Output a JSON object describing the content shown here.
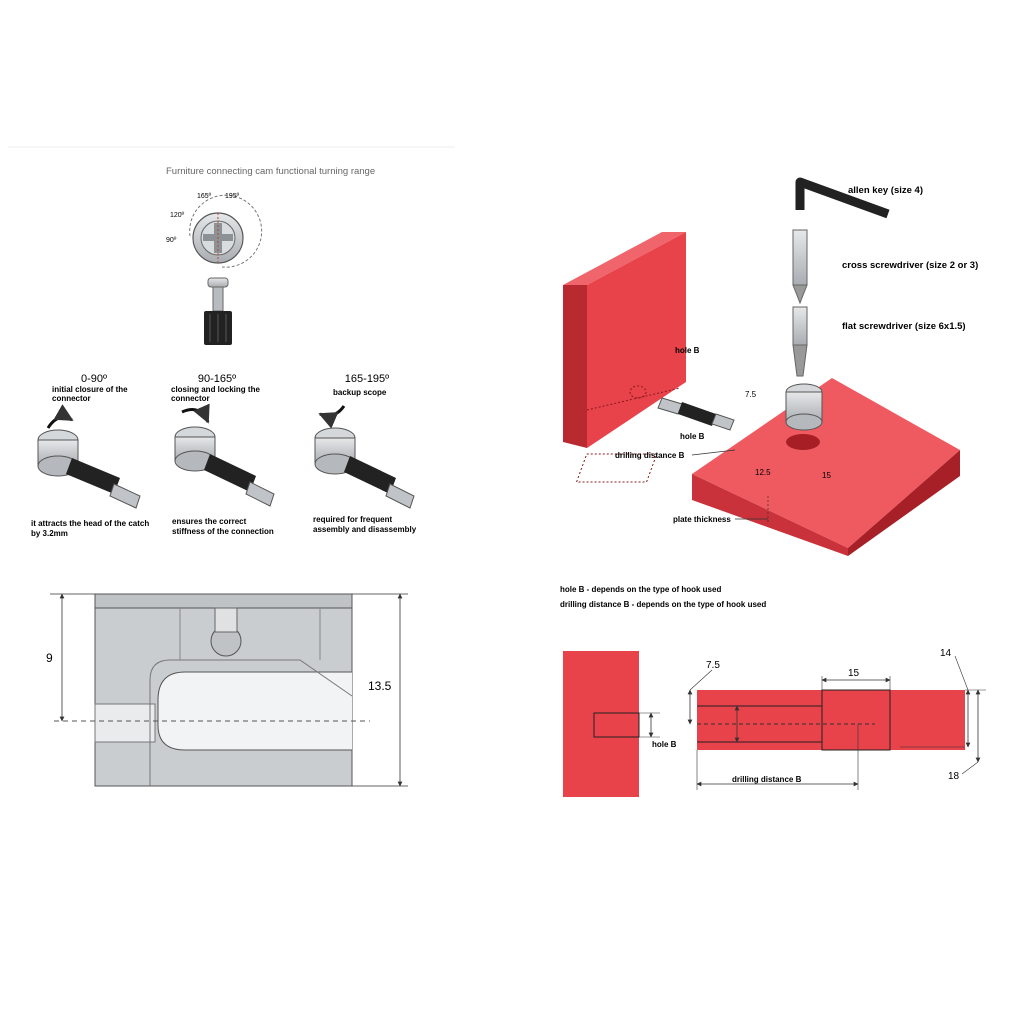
{
  "turning_range": {
    "title": "Furniture connecting cam functional turning range",
    "angles": [
      "165º",
      "195º",
      "120º",
      "90º"
    ],
    "stages": [
      {
        "range": "0-90º",
        "heading": [
          "initial closure of the",
          "connector"
        ],
        "note": [
          "it attracts the head of the catch",
          "by 3.2mm"
        ]
      },
      {
        "range": "90-165º",
        "heading": [
          "closing and locking the",
          "connector"
        ],
        "note": [
          "ensures the correct",
          "stiffness of the connection"
        ]
      },
      {
        "range": "165-195º",
        "heading": [
          "backup scope"
        ],
        "note": [
          "required for frequent",
          "assembly and disassembly"
        ]
      }
    ]
  },
  "tools": {
    "allen_key": "allen key (size 4)",
    "cross_screwdriver": "cross screwdriver (size 2 or 3)",
    "flat_screwdriver": "flat screwdriver (size 6x1.5)"
  },
  "assembly_labels": {
    "hole_b_top": "hole B",
    "dim_7_5": "7.5",
    "hole_b_mid": "hole B",
    "drilling_distance": "drilling distance B",
    "dim_12_5": "12.5",
    "dim_15": "15",
    "plate_thickness": "plate thickness"
  },
  "notes": [
    "hole B - depends on the type of hook used",
    "drilling distance B - depends on the type of hook used"
  ],
  "cam_section": {
    "dim_left": "9",
    "dim_right": "13.5"
  },
  "cross_section": {
    "dim_7_5": "7.5",
    "dim_15": "15",
    "dim_14": "14",
    "dim_18": "18",
    "hole_b": "hole B",
    "drilling_distance": "drilling distance B"
  },
  "colors": {
    "board_red": "#e8424a",
    "board_dark": "#c0242c",
    "metal": "#c9cdd0"
  }
}
